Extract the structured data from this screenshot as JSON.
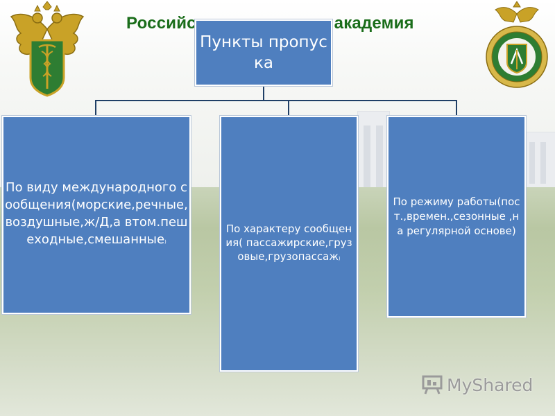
{
  "header": {
    "title": "Российская таможенная академия"
  },
  "diagram": {
    "root": {
      "label": "Пункты пропуска"
    },
    "children": [
      {
        "label": "По виду международного сообщения(морские,речные,воздушные,ж/Д,а втом.пешеходные,смешанные",
        "tail": ")"
      },
      {
        "label": "По характеру сообщения( пассажирские,грузовые,грузопассаж",
        "tail": ")"
      },
      {
        "label": "По режиму работы(пост.,времен.,сезонные ,на регулярной основе)"
      }
    ]
  },
  "watermark": {
    "text": "MyShared",
    "icon": "presentation-icon"
  },
  "colors": {
    "box": "#4f7fbf",
    "box_border": "#ffffff",
    "connector": "#1f3f66",
    "title": "#1a6d1a",
    "emblem_green": "#2e7d32",
    "emblem_gold": "#c9a227"
  }
}
